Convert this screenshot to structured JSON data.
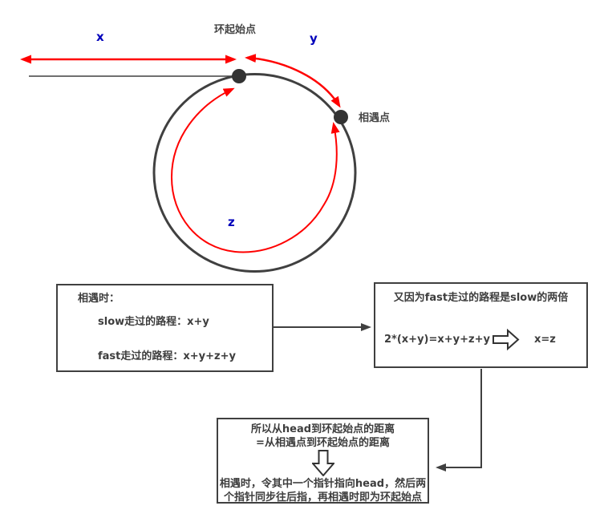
{
  "diagram": {
    "labels": {
      "cycle_start": "环起始点",
      "meeting_point": "相遇点",
      "seg_x": "x",
      "seg_y": "y",
      "seg_z": "z"
    },
    "colors": {
      "path_red": "#ff0000",
      "segment_blue": "#0000bb",
      "line_dark": "#404040",
      "node_dot": "#333333"
    }
  },
  "boxes": {
    "meet": {
      "title": "相遇时：",
      "slow_line": "slow走过的路程：x+y",
      "fast_line": "fast走过的路程：x+y+z+y"
    },
    "twice": {
      "title": "又因为fast走过的路程是slow的两倍",
      "equation": "2*(x+y)=x+y+z+y",
      "result": "x=z"
    },
    "conclusion": {
      "line1": "所以从head到环起始点的距离",
      "line2": "=从相遇点到环起始点的距离",
      "line3": "相遇时，令其中一个指针指向head，然后两",
      "line4": "个指针同步往后指，再相遇时即为环起始点"
    }
  }
}
